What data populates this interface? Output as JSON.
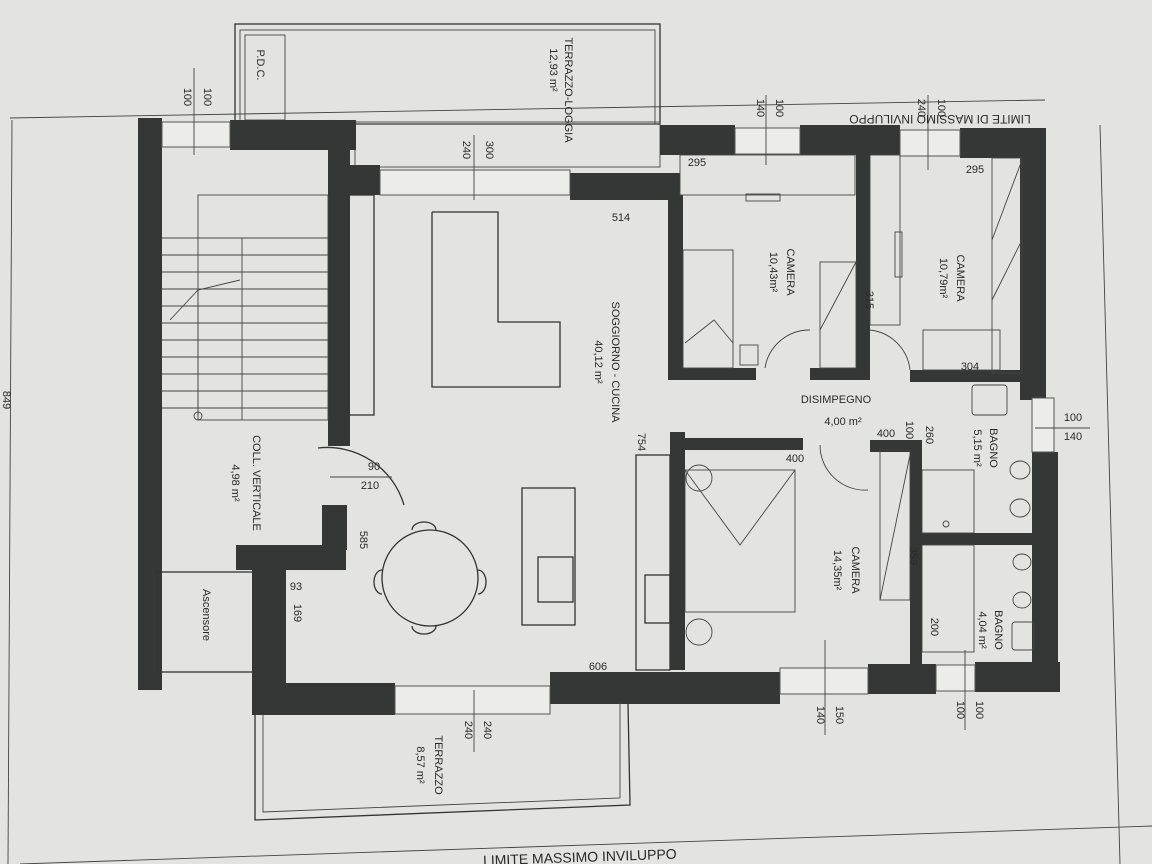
{
  "plan": {
    "envelope_top": "LIMITE DI MASSIMO INVILUPPO",
    "envelope_bottom": "LIMITE MASSIMO INVILUPPO",
    "rooms": [
      {
        "name": "TERRAZZO-LOGGIA",
        "area": "12,93 m²"
      },
      {
        "name": "CAMERA",
        "area": "10,43m²"
      },
      {
        "name": "CAMERA",
        "area": "10,79m²"
      },
      {
        "name": "SOGGIORNO - CUCINA",
        "area": "40,12 m²"
      },
      {
        "name": "DISIMPEGNO",
        "area": "4,00 m²"
      },
      {
        "name": "COLL. VERTICALE",
        "area": "4,98 m²"
      },
      {
        "name": "BAGNO",
        "area": "5,15 m²"
      },
      {
        "name": "CAMERA",
        "area": "14,35m²"
      },
      {
        "name": "BAGNO",
        "area": "4,04 m²"
      },
      {
        "name": "TERRAZZO",
        "area": "8,57 m²"
      },
      {
        "name": "Ascensore"
      },
      {
        "name": "P.D.C."
      }
    ],
    "dimensions": [
      "100",
      "100",
      "300",
      "240",
      "514",
      "295",
      "295",
      "100",
      "140",
      "240",
      "100",
      "315",
      "304",
      "100",
      "140",
      "400",
      "100",
      "260",
      "400",
      "754",
      "90",
      "210",
      "585",
      "93",
      "169",
      "359",
      "200",
      "606",
      "240",
      "240",
      "150",
      "140",
      "100",
      "100",
      "849"
    ]
  }
}
